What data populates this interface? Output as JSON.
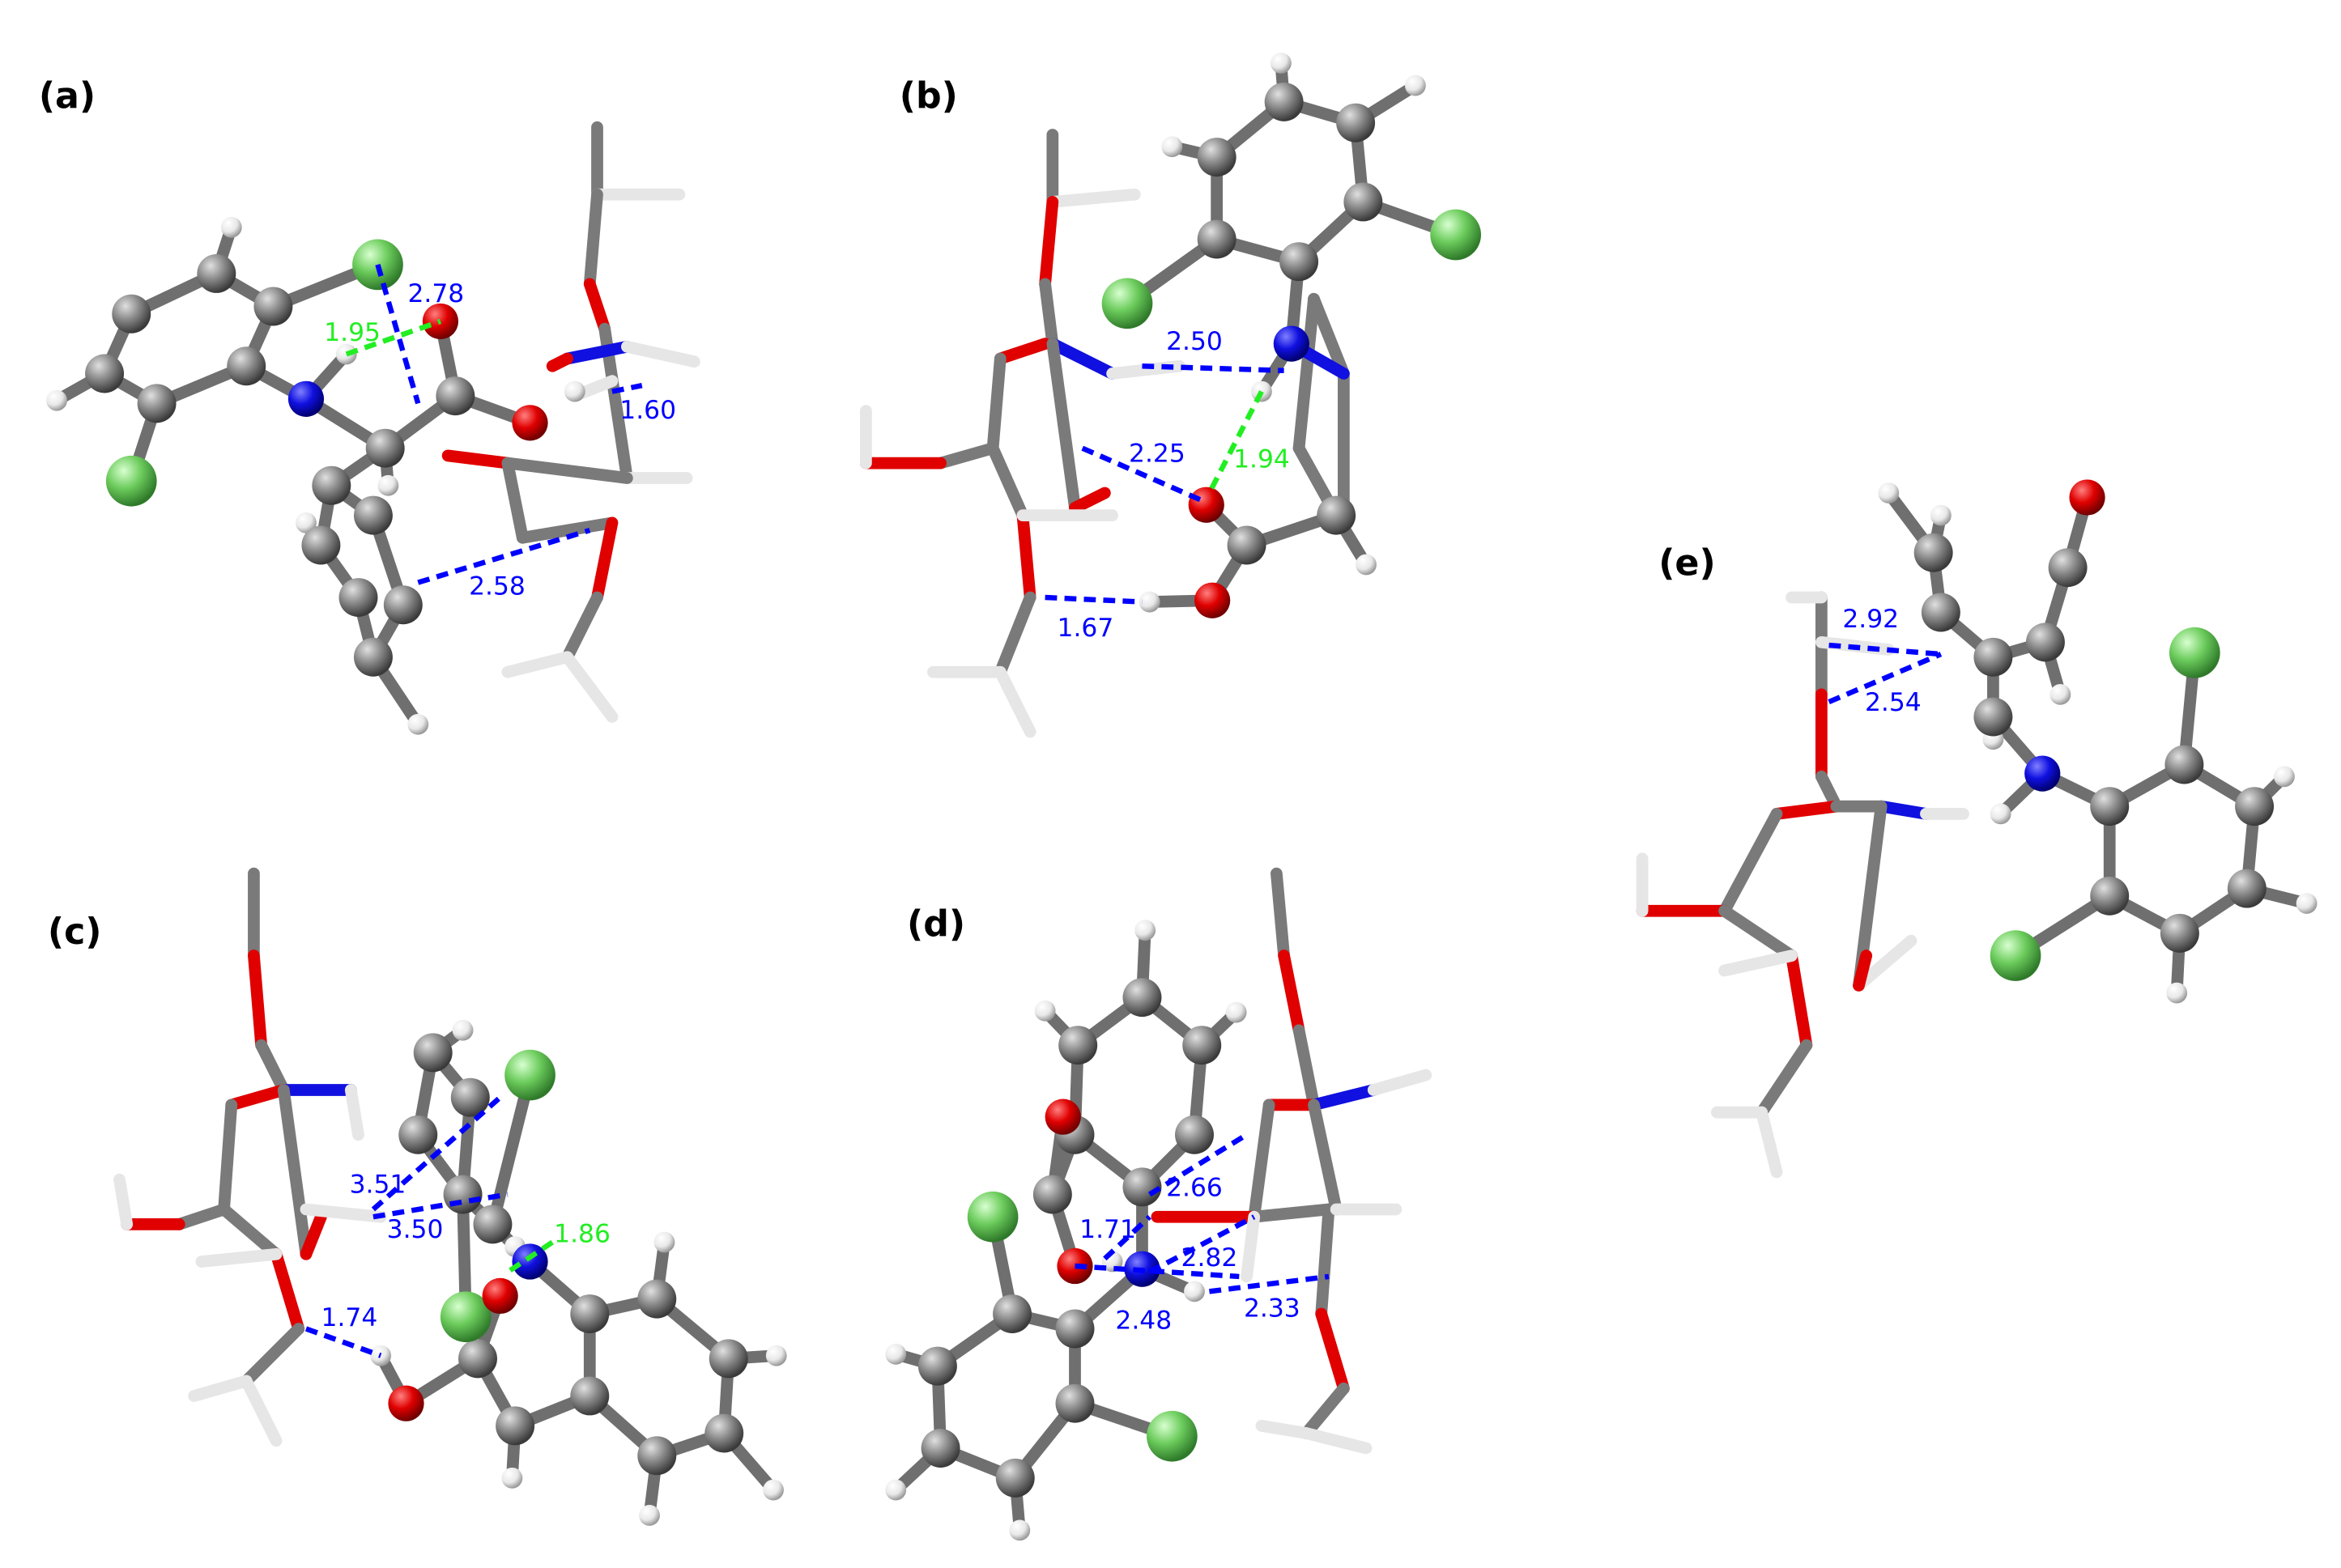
{
  "colors": {
    "carbon": "#8a8a8a",
    "hydrogen": "#f0f0f0",
    "oxygen": "#e00000",
    "nitrogen": "#1010e0",
    "chlorine": "#6ccc5c",
    "contact_line": "#0000ff",
    "hbond_line": "#22ee22"
  },
  "panels": [
    {
      "label": "(a)",
      "distances": [
        {
          "value": "2.78",
          "kind": "contact"
        },
        {
          "value": "1.95",
          "kind": "hbond"
        },
        {
          "value": "1.60",
          "kind": "contact"
        },
        {
          "value": "2.58",
          "kind": "contact"
        }
      ]
    },
    {
      "label": "(b)",
      "distances": [
        {
          "value": "2.50",
          "kind": "contact"
        },
        {
          "value": "2.25",
          "kind": "contact"
        },
        {
          "value": "1.94",
          "kind": "hbond"
        },
        {
          "value": "1.67",
          "kind": "contact"
        }
      ]
    },
    {
      "label": "(c)",
      "distances": [
        {
          "value": "3.51",
          "kind": "contact"
        },
        {
          "value": "3.50",
          "kind": "contact"
        },
        {
          "value": "1.86",
          "kind": "hbond"
        },
        {
          "value": "1.74",
          "kind": "contact"
        }
      ]
    },
    {
      "label": "(d)",
      "distances": [
        {
          "value": "2.66",
          "kind": "contact"
        },
        {
          "value": "1.71",
          "kind": "contact"
        },
        {
          "value": "2.82",
          "kind": "contact"
        },
        {
          "value": "2.48",
          "kind": "contact"
        },
        {
          "value": "2.33",
          "kind": "contact"
        }
      ]
    },
    {
      "label": "(e)",
      "distances": [
        {
          "value": "2.92",
          "kind": "contact"
        },
        {
          "value": "2.54",
          "kind": "contact"
        }
      ]
    }
  ]
}
